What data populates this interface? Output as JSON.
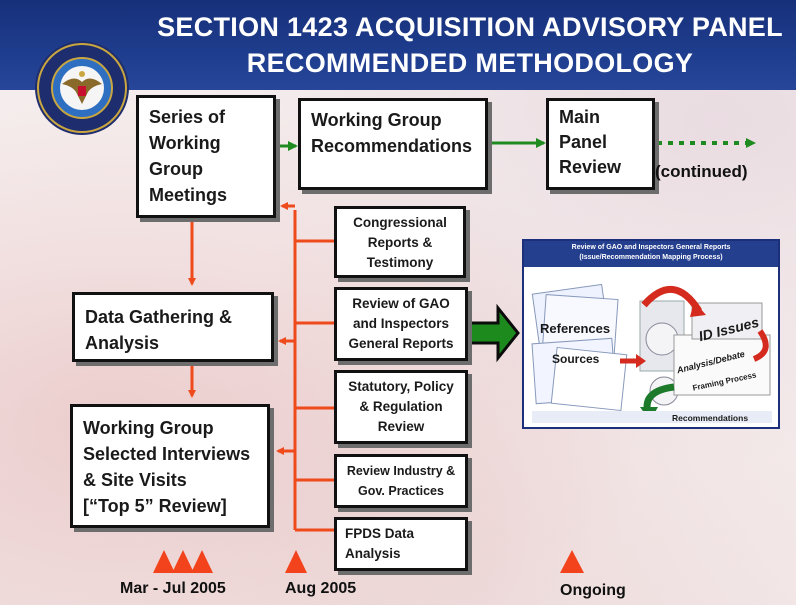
{
  "header": {
    "title_line1": "SECTION 1423 ACQUISITION ADVISORY PANEL",
    "title_line2": "RECOMMENDED METHODOLOGY"
  },
  "boxes": {
    "series_meetings": [
      "Series of",
      "Working",
      "Group",
      "Meetings"
    ],
    "wg_recommendations": [
      "Working Group",
      "Recommendations"
    ],
    "main_panel": [
      "Main",
      "Panel",
      "Review"
    ],
    "data_gathering": [
      "Data Gathering &",
      "Analysis"
    ],
    "interviews": [
      "Working Group",
      "Selected Interviews",
      "& Site Visits",
      "[“Top 5” Review]"
    ],
    "congressional": [
      "Congressional",
      "Reports &",
      "Testimony"
    ],
    "gao": [
      "Review of GAO",
      "and Inspectors",
      "General Reports"
    ],
    "statutory": [
      "Statutory, Policy",
      "& Regulation",
      "Review"
    ],
    "industry": [
      "Review Industry &",
      "Gov. Practices"
    ],
    "fpds": [
      "FPDS Data",
      "Analysis"
    ]
  },
  "continued_label": "(continued)",
  "inset": {
    "header": [
      "Review of GAO and Inspectors General Reports",
      "(Issue/Recommendation Mapping Process)"
    ],
    "references": "References",
    "sources": "Sources",
    "id_issues": "ID Issues",
    "analysis": "Analysis/Debate",
    "framing": "Framing Process",
    "recommendations": "Recommendations"
  },
  "timeline": {
    "mar_jul": "Mar - Jul 2005",
    "aug": "Aug 2005",
    "ongoing": "Ongoing"
  },
  "colors": {
    "header_blue": "#1e3c8c",
    "green_arrow": "#1f8a1f",
    "red_arrow": "#ee4a1c",
    "marker_red": "#f2431c"
  }
}
